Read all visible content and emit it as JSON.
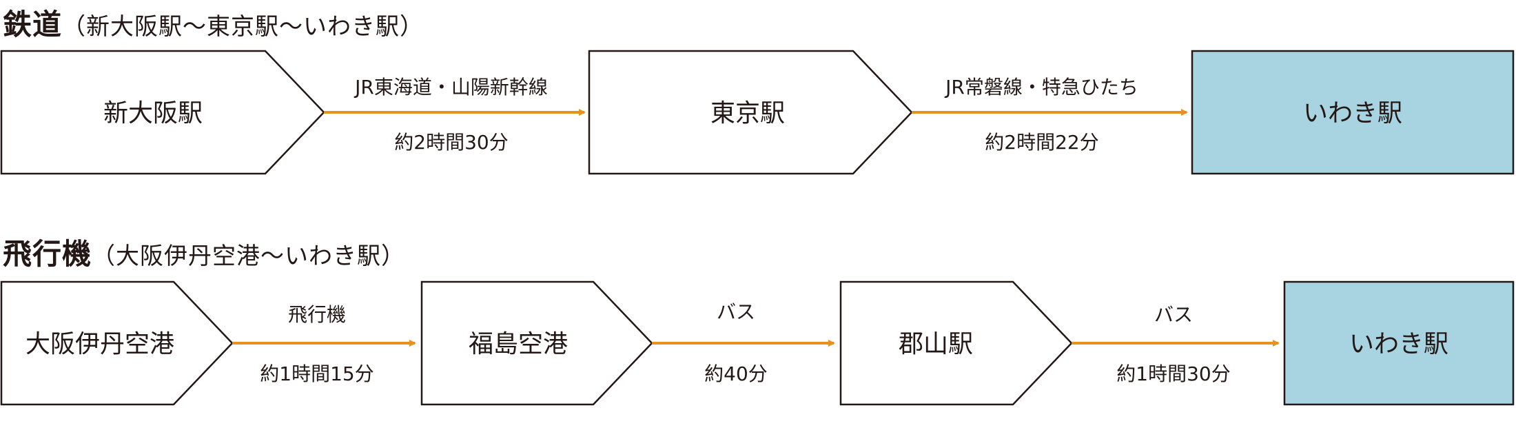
{
  "colors": {
    "arrow": "#E8921E",
    "destination_fill": "#A8D4E1",
    "stroke": "#231815"
  },
  "rail": {
    "title": "鉄道",
    "subtitle": "（新大阪駅〜東京駅〜いわき駅）",
    "nodes": [
      "新大阪駅",
      "東京駅",
      "いわき駅"
    ],
    "routes": [
      {
        "line": "JR東海道・山陽新幹線",
        "time": "約2時間30分"
      },
      {
        "line": "JR常磐線・特急ひたち",
        "time": "約2時間22分"
      }
    ]
  },
  "air": {
    "title": "飛行機",
    "subtitle": "（大阪伊丹空港〜いわき駅）",
    "nodes": [
      "大阪伊丹空港",
      "福島空港",
      "郡山駅",
      "いわき駅"
    ],
    "routes": [
      {
        "line": "飛行機",
        "time": "約1時間15分"
      },
      {
        "line": "バス",
        "time": "約40分"
      },
      {
        "line": "バス",
        "time": "約1時間30分"
      }
    ]
  }
}
